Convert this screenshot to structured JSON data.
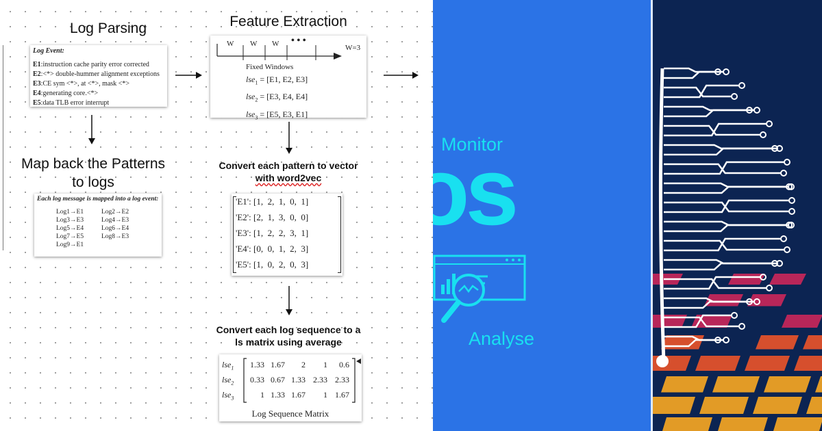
{
  "headings": {
    "log_parsing": "Log Parsing",
    "feature_extraction": "Feature Extraction",
    "map_back_line1": "Map back the Patterns",
    "map_back_line2": "to logs",
    "convert_vector_line1": "Convert each pattern to vector",
    "convert_vector_line2": "with word2vec",
    "convert_matrix_line1": "Convert each log sequence to a",
    "convert_matrix_line2": "ls matrix using average"
  },
  "log_events": {
    "title": "Log Event:",
    "items": [
      {
        "id": "E1",
        "text": ":instruction cache parity error corrected"
      },
      {
        "id": "E2",
        "text": ":<*> double-hummer alignment exceptions"
      },
      {
        "id": "E3",
        "text": ":CE sym <*>, at <*>, mask <*>"
      },
      {
        "id": "E4",
        "text": ":generating core.<*>"
      },
      {
        "id": "E5",
        "text": ":data TLB error interrupt"
      }
    ]
  },
  "mapping": {
    "title": "Each log message is mapped into a log event:",
    "items": [
      "Log1→E1",
      "Log2→E2",
      "Log3→E3",
      "Log4→E3",
      "Log5→E4",
      "Log6→E4",
      "Log7→E5",
      "Log8→E3",
      "Log9→E1"
    ]
  },
  "windows": {
    "window_label": "W",
    "ellipsis": "• • •",
    "size_label": "W=3",
    "caption": "Fixed Windows",
    "sequences": [
      {
        "name": "lse",
        "sub": "1",
        "value": "= [E1, E2, E3]"
      },
      {
        "name": "lse",
        "sub": "2",
        "value": "= [E3, E4, E4]"
      },
      {
        "name": "lse",
        "sub": "3",
        "value": "= [E5, E3, E1]"
      }
    ]
  },
  "vectors": [
    "'E1': [1,  2,  1,  0,  1]",
    "'E2': [2,  1,  3,  0,  0]",
    "'E3': [1,  2,  2,  3,  1]",
    "'E4': [0,  0,  1,  2,  3]",
    "'E5': [1,  0,  2,  0,  3]"
  ],
  "matrix": {
    "title": "Log Sequence Matrix",
    "rows": [
      {
        "name": "lse",
        "sub": "1",
        "values": [
          "1.33",
          "1.67",
          "2",
          "1",
          "0.6"
        ]
      },
      {
        "name": "lse",
        "sub": "2",
        "values": [
          "0.33",
          "0.67",
          "1.33",
          "2.33",
          "2.33"
        ]
      },
      {
        "name": "lse",
        "sub": "3",
        "values": [
          "1",
          "1.33",
          "1.67",
          "1",
          "1.67"
        ]
      }
    ]
  },
  "monitor_panel": {
    "monitor": "Monitor",
    "os": "os",
    "analyse": "Analyse",
    "background": "#2b73e6",
    "accent": "#19e0f0"
  },
  "brain_panel": {
    "background": "#0c2452",
    "circuit_color": "#ffffff",
    "tile_colors": [
      "#f5a623",
      "#e8542a",
      "#c8275a"
    ]
  }
}
